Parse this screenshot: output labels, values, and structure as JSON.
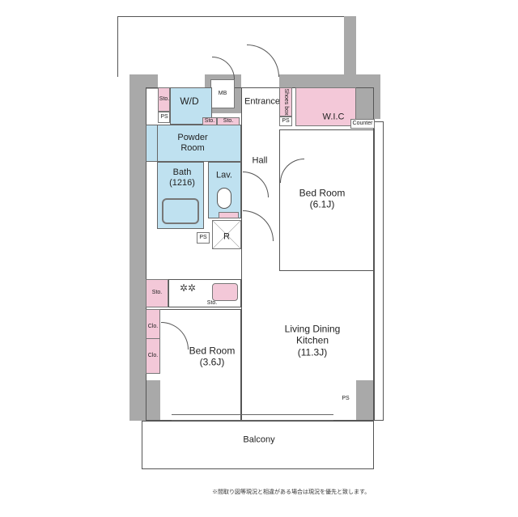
{
  "rooms": {
    "wd": "W/D",
    "mb": "MB",
    "entrance": "Entrance",
    "shoes_box": "Shoes box",
    "wic": "W.I.C",
    "counter": "Counter",
    "powder_room": "Powder\nRoom",
    "powder_room_l1": "Powder",
    "powder_room_l2": "Room",
    "hall": "Hall",
    "bath_l1": "Bath",
    "bath_l2": "(1216)",
    "lav": "Lav.",
    "bed1_l1": "Bed Room",
    "bed1_l2": "(6.1J)",
    "ldk_l1": "Living Dining",
    "ldk_l2": "Kitchen",
    "ldk_l3": "(11.3J)",
    "bed2_l1": "Bed Room",
    "bed2_l2": "(3.6J)",
    "balcony": "Balcony",
    "r": "R"
  },
  "small": {
    "sto": "Sto.",
    "ps": "PS",
    "clo": "Clo."
  },
  "colors": {
    "wet_area": "#bfe1f0",
    "storage": "#f3c8d8",
    "wall": "#a9a9a9"
  },
  "note": "※間取り図等現況と相違がある場合は現況を優先と致します。"
}
